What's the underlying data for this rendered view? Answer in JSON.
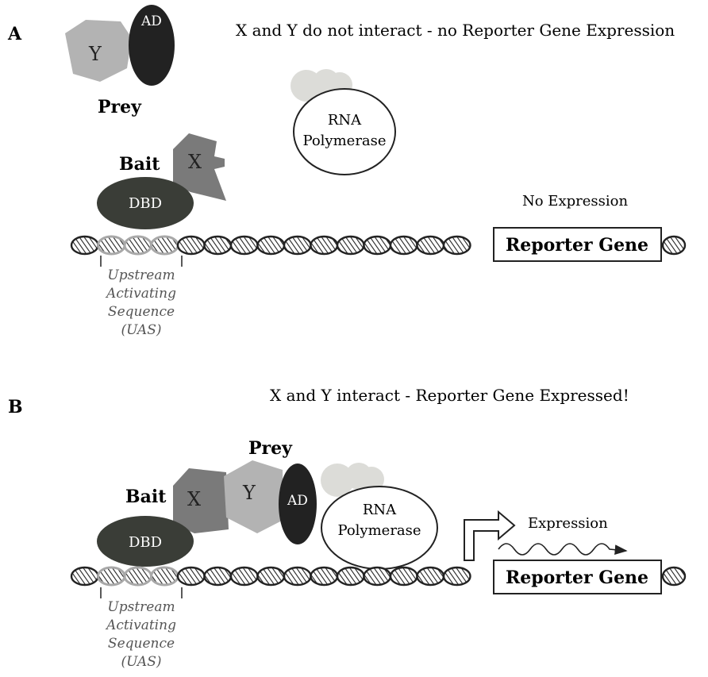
{
  "panel_a": {
    "letter": "A",
    "caption": "X and Y do not interact - no Reporter Gene Expression",
    "prey_label": "Prey",
    "bait_label": "Bait",
    "y_label": "Y",
    "x_label": "X",
    "ad_label": "AD",
    "dbd_label": "DBD",
    "rna_line1": "RNA",
    "rna_line2": "Polymerase",
    "status": "No Expression",
    "reporter": "Reporter Gene",
    "uas_line1": "Upstream",
    "uas_line2": "Activating",
    "uas_line3": "Sequence",
    "uas_line4": "(UAS)"
  },
  "panel_b": {
    "letter": "B",
    "caption": "X and Y interact - Reporter Gene Expressed!",
    "prey_label": "Prey",
    "bait_label": "Bait",
    "y_label": "Y",
    "x_label": "X",
    "ad_label": "AD",
    "dbd_label": "DBD",
    "rna_line1": "RNA",
    "rna_line2": "Polymerase",
    "status": "Expression",
    "reporter": "Reporter Gene",
    "uas_line1": "Upstream",
    "uas_line2": "Activating",
    "uas_line3": "Sequence",
    "uas_line4": "(UAS)"
  },
  "colors": {
    "dbd": "#3a3d37",
    "ad": "#222222",
    "x_protein": "#7a7a7a",
    "y_protein": "#b3b3b3",
    "polymerase_subunits": "#dcdcd8",
    "dna": "#222222",
    "uas_dna": "#a8a8a8"
  }
}
